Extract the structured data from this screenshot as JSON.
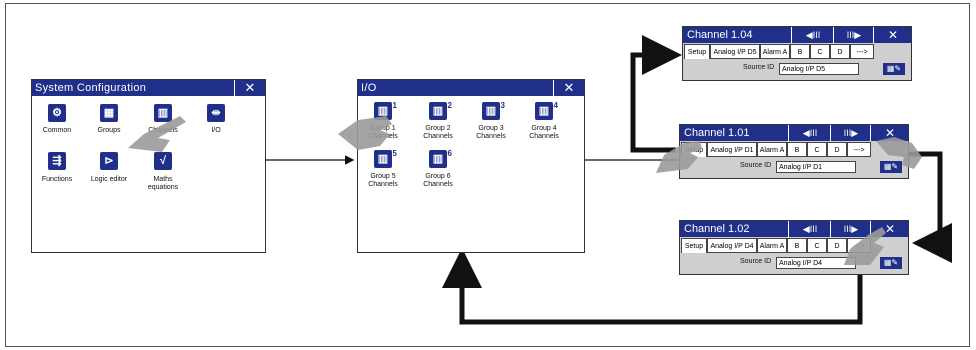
{
  "syscfg": {
    "title": "System Configuration",
    "close": "✕",
    "items": [
      {
        "label": "Common",
        "icon": "gear-icon"
      },
      {
        "label": "Groups",
        "icon": "groups-icon"
      },
      {
        "label": "Channels",
        "icon": "channels-icon"
      },
      {
        "label": "I/O",
        "icon": "io-icon"
      },
      {
        "label": "Functions",
        "icon": "functions-icon"
      },
      {
        "label": "Logic editor",
        "icon": "logic-icon"
      },
      {
        "label": "Maths\nequations",
        "icon": "maths-icon"
      }
    ]
  },
  "io": {
    "title": "I/O",
    "close": "✕",
    "groups": [
      {
        "num": "1",
        "label": "Group 1\nChannels"
      },
      {
        "num": "2",
        "label": "Group 2\nChannels"
      },
      {
        "num": "3",
        "label": "Group 3\nChannels"
      },
      {
        "num": "4",
        "label": "Group 4\nChannels"
      },
      {
        "num": "5",
        "label": "Group 5\nChannels"
      },
      {
        "num": "6",
        "label": "Group 6\nChannels"
      }
    ]
  },
  "channels": [
    {
      "title": "Channel 1.04",
      "prev": "◀III",
      "next": "III▶",
      "close": "✕",
      "tabs": [
        "Setup",
        "Analog I/P D5",
        "Alarm A",
        "B",
        "C",
        "D",
        "--->"
      ],
      "source_label": "Source ID",
      "source_value": "Analog I/P D5"
    },
    {
      "title": "Channel 1.01",
      "prev": "◀III",
      "next": "III▶",
      "close": "✕",
      "tabs": [
        "Setup",
        "Analog I/P D1",
        "Alarm A",
        "B",
        "C",
        "D",
        "--->"
      ],
      "source_label": "Source ID",
      "source_value": "Analog I/P D1"
    },
    {
      "title": "Channel 1.02",
      "prev": "◀III",
      "next": "III▶",
      "close": "✕",
      "tabs": [
        "Setup",
        "Analog I/P D4",
        "Alarm A",
        "B",
        "C",
        "D",
        "--->"
      ],
      "source_label": "Source ID",
      "source_value": "Analog I/P D4"
    }
  ],
  "colors": {
    "title_bar": "#20308a",
    "arrow": "#111111",
    "hand": "#9a9a9a"
  }
}
